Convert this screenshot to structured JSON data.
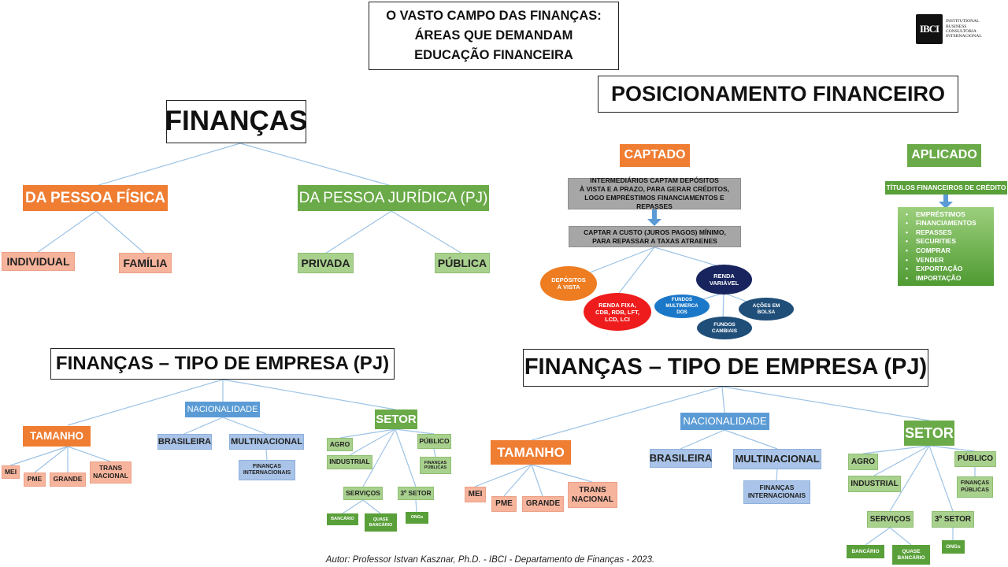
{
  "title_lines": [
    "O VASTO CAMPO DAS FINANÇAS:",
    "ÁREAS QUE DEMANDAM",
    "EDUCAÇÃO FINANCEIRA"
  ],
  "logo": {
    "mark": "IBCI",
    "text": "INSTITUTIONAL\nBUSINESS\nCONSULTORIA\nINTERNACIONAL"
  },
  "financas_tree": {
    "root": "FINANÇAS",
    "pessoa_fisica": "DA PESSOA FÍSICA",
    "pessoa_juridica": "DA PESSOA JURÍDICA (PJ)",
    "individual": "INDIVIDUAL",
    "familia": "FAMÍLIA",
    "privada": "PRIVADA",
    "publica": "PÚBLICA"
  },
  "posicionamento": {
    "title": "POSICIONAMENTO FINANCEIRO",
    "captado": "CAPTADO",
    "aplicado": "APLICADO",
    "intermediarios": "INTERMEDIÁRIOS CAPTAM DEPÓSITOS\nÀ VISTA E A PRAZO, PARA GERAR CRÉDITOS,\nLOGO EMPRÉSTIMOS FINANCIAMENTOS E REPASSES",
    "captar_custo": "CAPTAR A CUSTO (JUROS PAGOS) MÍNIMO,\nPARA REPASSAR A TAXAS ATRAENES",
    "depositos": "DEPÓSITOS\nÀ VISTA",
    "renda_fixa": "RENDA FIXA,\nCDB, RDB, LFT,\nLCD, LCI",
    "renda_variavel": "RENDA\nVARIÁVEL",
    "fundos_multi": "FUNDOS\nMULTIMERCA\nDOS",
    "acoes": "AÇÕES EM\nBOLSA",
    "fundos_cambiais": "FUNDOS\nCAMBIAIS",
    "titulos": "TÍTULOS FINANCEIROS DE CRÉDITO",
    "aplicado_items": [
      "EMPRÉSTIMOS",
      "FINANCIAMENTOS",
      "REPASSES",
      "SECURITIES",
      "COMPRAR",
      "VENDER",
      "EXPORTAÇÃO",
      "IMPORTAÇÃO"
    ]
  },
  "tipo_small": {
    "title": "FINANÇAS – TIPO DE EMPRESA (PJ)",
    "nacionalidade": "NACIONALIDADE",
    "brasileira": "BRASILEIRA",
    "multinacional": "MULTINACIONAL",
    "financas_int": "FINANÇAS\nINTERNACIONAIS",
    "tamanho": "TAMANHO",
    "mei": "MEI",
    "pme": "PME",
    "grande": "GRANDE",
    "trans": "TRANS\nNACIONAL",
    "setor": "SETOR",
    "agro": "AGRO",
    "industrial": "INDUSTRIAL",
    "publico": "PÚBLICO",
    "financas_publicas": "FINANÇAS\nPÚBLICAS",
    "servicos": "SERVIÇOS",
    "terceiro_setor": "3º SETOR",
    "bancario": "BANCÁRIO",
    "quase_bancario": "QUASE\nBANCÁRIO",
    "ongs": "ONGs"
  },
  "tipo_large": {
    "title": "FINANÇAS – TIPO DE EMPRESA (PJ)",
    "nacionalidade": "NACIONALIDADE",
    "brasileira": "BRASILEIRA",
    "multinacional": "MULTINACIONAL",
    "financas_int": "FINANÇAS\nINTERNACIONAIS",
    "tamanho": "TAMANHO",
    "mei": "MEI",
    "pme": "PME",
    "grande": "GRANDE",
    "trans": "TRANS\nNACIONAL",
    "setor": "SETOR",
    "agro": "AGRO",
    "industrial": "INDUSTRIAL",
    "publico": "PÚBLICO",
    "financas_publicas": "FINANÇAS\nPÚBLICAS",
    "servicos": "SERVIÇOS",
    "terceiro_setor": "3º SETOR",
    "bancario": "BANCÁRIO",
    "quase_bancario": "QUASE\nBANCÁRIO",
    "ongs": "ONGs"
  },
  "footer": "Autor: Professor Istvan Kasznar,  Ph.D. - IBCI - Departamento de Finanças  - 2023.",
  "colors": {
    "line": "#9dc3e6",
    "orange": "#ef7d32",
    "green": "#6aaa48",
    "blue": "#5b9bd5",
    "red": "#ee1c1c",
    "navy": "#17245e",
    "oval_orange": "#ee7d22"
  }
}
